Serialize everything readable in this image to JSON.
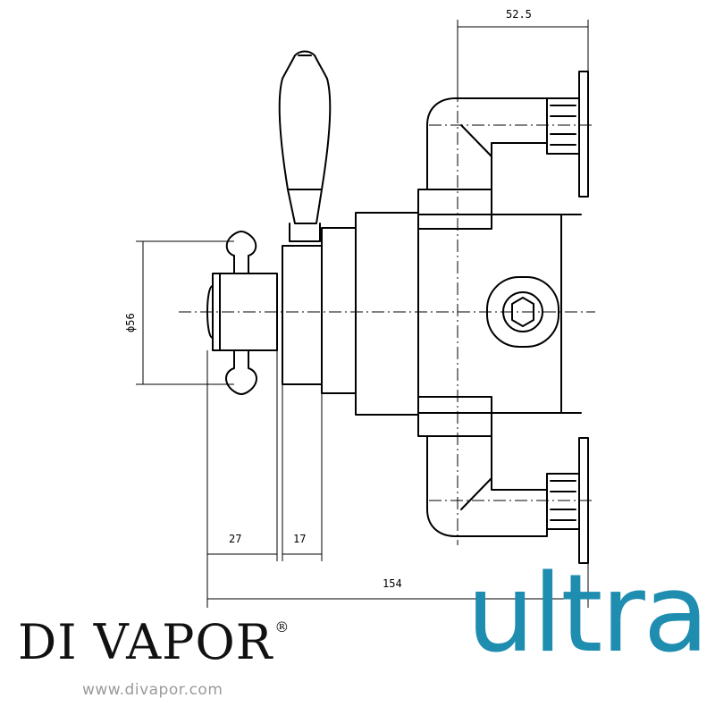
{
  "dimensions": {
    "top_width": "52.5",
    "diameter": "ϕ56",
    "handle_depth": "27",
    "plate_depth": "17",
    "overall_depth": "154"
  },
  "branding": {
    "left_logo": "DI VAPOR",
    "registered_mark": "®",
    "website": "www.divapor.com",
    "right_logo": "ultra"
  },
  "colors": {
    "line": "#000000",
    "ultra_blue": "#1e8db0",
    "website_gray": "#9a9a9a"
  }
}
